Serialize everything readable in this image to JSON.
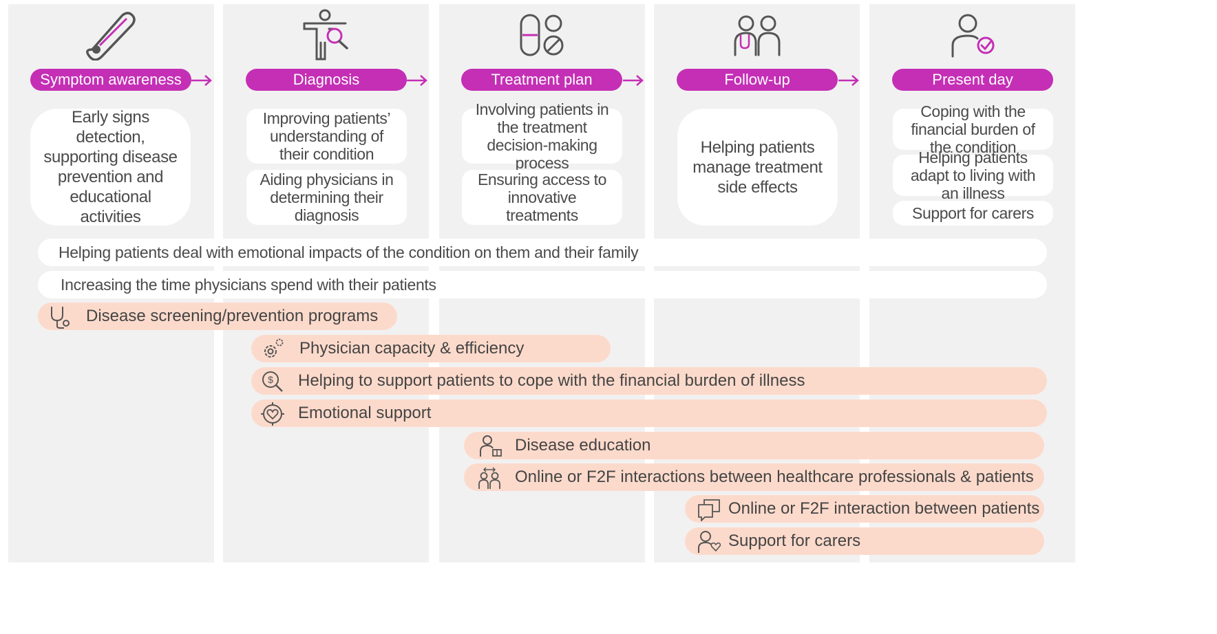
{
  "stages": [
    {
      "label": "Symptom awareness",
      "icon": "thermometer-icon",
      "cards": [
        "Early signs detection, supporting disease prevention and educational activities"
      ]
    },
    {
      "label": "Diagnosis",
      "icon": "person-magnifier-icon",
      "cards": [
        "Improving patients’ understanding of their condition",
        "Aiding physicians in determining their diagnosis"
      ]
    },
    {
      "label": "Treatment plan",
      "icon": "pills-icon",
      "cards": [
        "Involving patients in the treatment decision-making process",
        "Ensuring access to innovative treatments"
      ]
    },
    {
      "label": "Follow-up",
      "icon": "doctor-patient-icon",
      "cards": [
        "Helping patients manage treatment side effects"
      ]
    },
    {
      "label": "Present day",
      "icon": "person-check-icon",
      "cards": [
        "Coping with the financial burden of the condition",
        "Helping patients adapt to living with an illness",
        "Support for carers"
      ]
    }
  ],
  "shared_needs": [
    "Helping patients deal with emotional impacts of the condition on them and their family",
    "Increasing the time physicians spend with their patients"
  ],
  "programs": [
    {
      "label": "Disease screening/prevention programs",
      "icon": "stethoscope-icon"
    },
    {
      "label": "Physician capacity & efficiency",
      "icon": "gears-icon"
    },
    {
      "label": "Helping to support patients to cope with the financial burden of illness",
      "icon": "dollar-search-icon"
    },
    {
      "label": "Emotional support",
      "icon": "heart-target-icon"
    },
    {
      "label": "Disease education",
      "icon": "person-book-icon"
    },
    {
      "label": "Online or F2F interactions between healthcare professionals & patients",
      "icon": "people-exchange-icon"
    },
    {
      "label": "Online or F2F interaction between patients",
      "icon": "chat-bubbles-icon"
    },
    {
      "label": "Support for carers",
      "icon": "person-heart-icon"
    }
  ],
  "colors": {
    "accent": "#c42fb5",
    "program_bar": "#fcdacb",
    "column_bg": "#f2f1f1"
  }
}
